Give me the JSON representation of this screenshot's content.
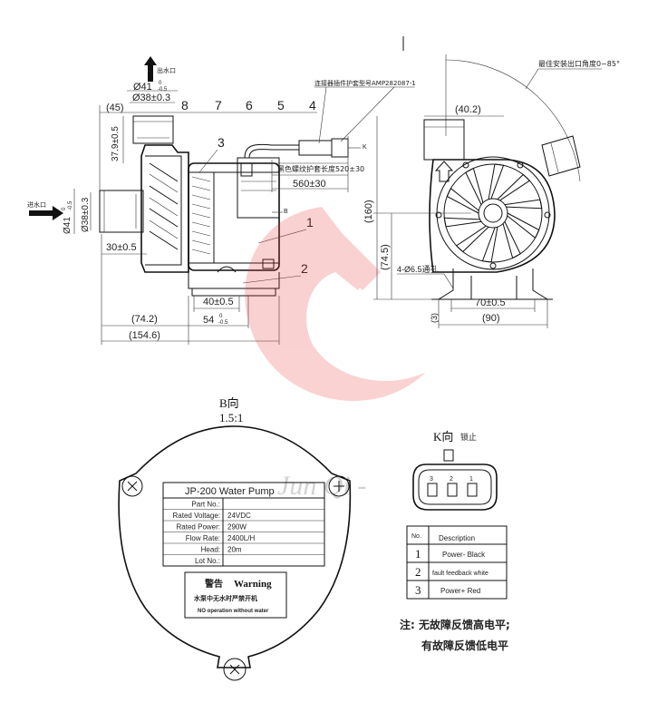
{
  "front_view": {
    "outlet_label": "出水口",
    "inlet_label": "进水口",
    "outlet_dia": "Ø41",
    "outlet_dia_tol_upper": "0",
    "outlet_dia_tol_lower": "-0.5",
    "outlet_bore": "Ø38±0.3",
    "dim_45": "(45)",
    "dim_37_9": "37.9±0.5",
    "part_numbers": [
      "8",
      "7",
      "6",
      "5",
      "4"
    ],
    "callout_3": "3",
    "callout_1": "1",
    "callout_2": "2",
    "connector_note": "连接器插件护套型号AMP282087-1",
    "wire_note_1": "黑色螺纹护套长度520±30",
    "wire_length_560": "560±30",
    "k_label": "K",
    "b_label": "B",
    "inlet_dia": "Ø41",
    "inlet_dia_tol_upper": "0",
    "inlet_dia_tol_lower": "-0.5",
    "inlet_bore": "Ø38±0.3",
    "dim_30": "30±0.5",
    "dim_40": "40±0.5",
    "dim_54": "54",
    "dim_54_tol_upper": "0",
    "dim_54_tol_lower": "-0.5",
    "dim_74_2": "(74.2)",
    "dim_154_6": "(154.6)"
  },
  "side_view": {
    "dim_40_2": "(40.2)",
    "angle_note": "最佳安装出口角度0~85°",
    "dim_160": "(160)",
    "dim_74_5": "(74.5)",
    "hole_note": "4-Ø6.5通孔",
    "dim_70": "70±0.5",
    "dim_90": "(90)",
    "dim_3": "(3)"
  },
  "view_b": {
    "title": "B向",
    "scale": "1.5:1",
    "nameplate_title": "JP-200 Water Pump",
    "rows": [
      {
        "label": "Part No.:",
        "value": ""
      },
      {
        "label": "Rated Voltage:",
        "value": "24VDC"
      },
      {
        "label": "Rated Power:",
        "value": "290W"
      },
      {
        "label": "Flow Rate:",
        "value": "2400L/H"
      },
      {
        "label": "Head:",
        "value": "20m"
      },
      {
        "label": "Lot No.:",
        "value": ""
      }
    ],
    "warning_cn": "警告",
    "warning_en": "Warning",
    "warning_line_cn": "水泵中无水时严禁开机",
    "warning_line_en": "NO operation without water"
  },
  "view_k": {
    "title": "K向",
    "lock_label": "锁止",
    "pins": [
      "3",
      "2",
      "1"
    ],
    "table_headers": {
      "no": "No.",
      "description": "Description"
    },
    "table_rows": [
      {
        "no": "1",
        "description": "Power-  Black"
      },
      {
        "no": "2",
        "description": "fault feedback white"
      },
      {
        "no": "3",
        "description": "Power+   Red"
      }
    ],
    "note_line_1": "注: 无故障反馈高电平;",
    "note_line_2": "有故障反馈低电平"
  },
  "watermark": {
    "text": "Jun Qi -"
  },
  "colors": {
    "line": "#111111",
    "watermark_logo": "#e8342e",
    "background": "#ffffff"
  }
}
